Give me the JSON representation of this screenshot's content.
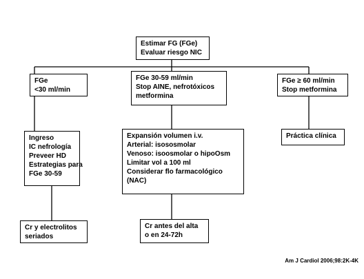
{
  "diagram": {
    "nodes": {
      "root": {
        "lines": [
          "Estimar FG (FGe)",
          "Evaluar riesgo NIC"
        ]
      },
      "branch_left": {
        "lines": [
          "FGe",
          "<30 ml/min"
        ]
      },
      "branch_middle": {
        "lines": [
          "FGe 30-59 ml/min",
          "Stop AINE, nefrotóxicos",
          "metformina"
        ]
      },
      "branch_right": {
        "lines": [
          "FGe  ≥ 60 ml/min",
          "Stop metformina"
        ]
      },
      "left_action": {
        "lines": [
          "Ingreso",
          "IC nefrología",
          "Preveer HD",
          "Estrategias para",
          "FGe 30-59"
        ]
      },
      "middle_action": {
        "lines": [
          "Expansión volumen i.v.",
          "Arterial: isososmolar",
          "Venoso: isoosmolar o hipoOsm",
          "Limitar vol a 100 ml",
          "Considerar flo farmacológico",
          "(NAC)"
        ]
      },
      "right_action": {
        "lines": [
          "Práctica clínica"
        ]
      },
      "left_followup": {
        "lines": [
          "Cr y electrolitos",
          "seriados"
        ]
      },
      "middle_followup": {
        "lines": [
          "Cr antes del alta",
          "o en 24-72h"
        ]
      }
    },
    "citation": "Am J Cardiol 2006;98:2K-4K"
  }
}
